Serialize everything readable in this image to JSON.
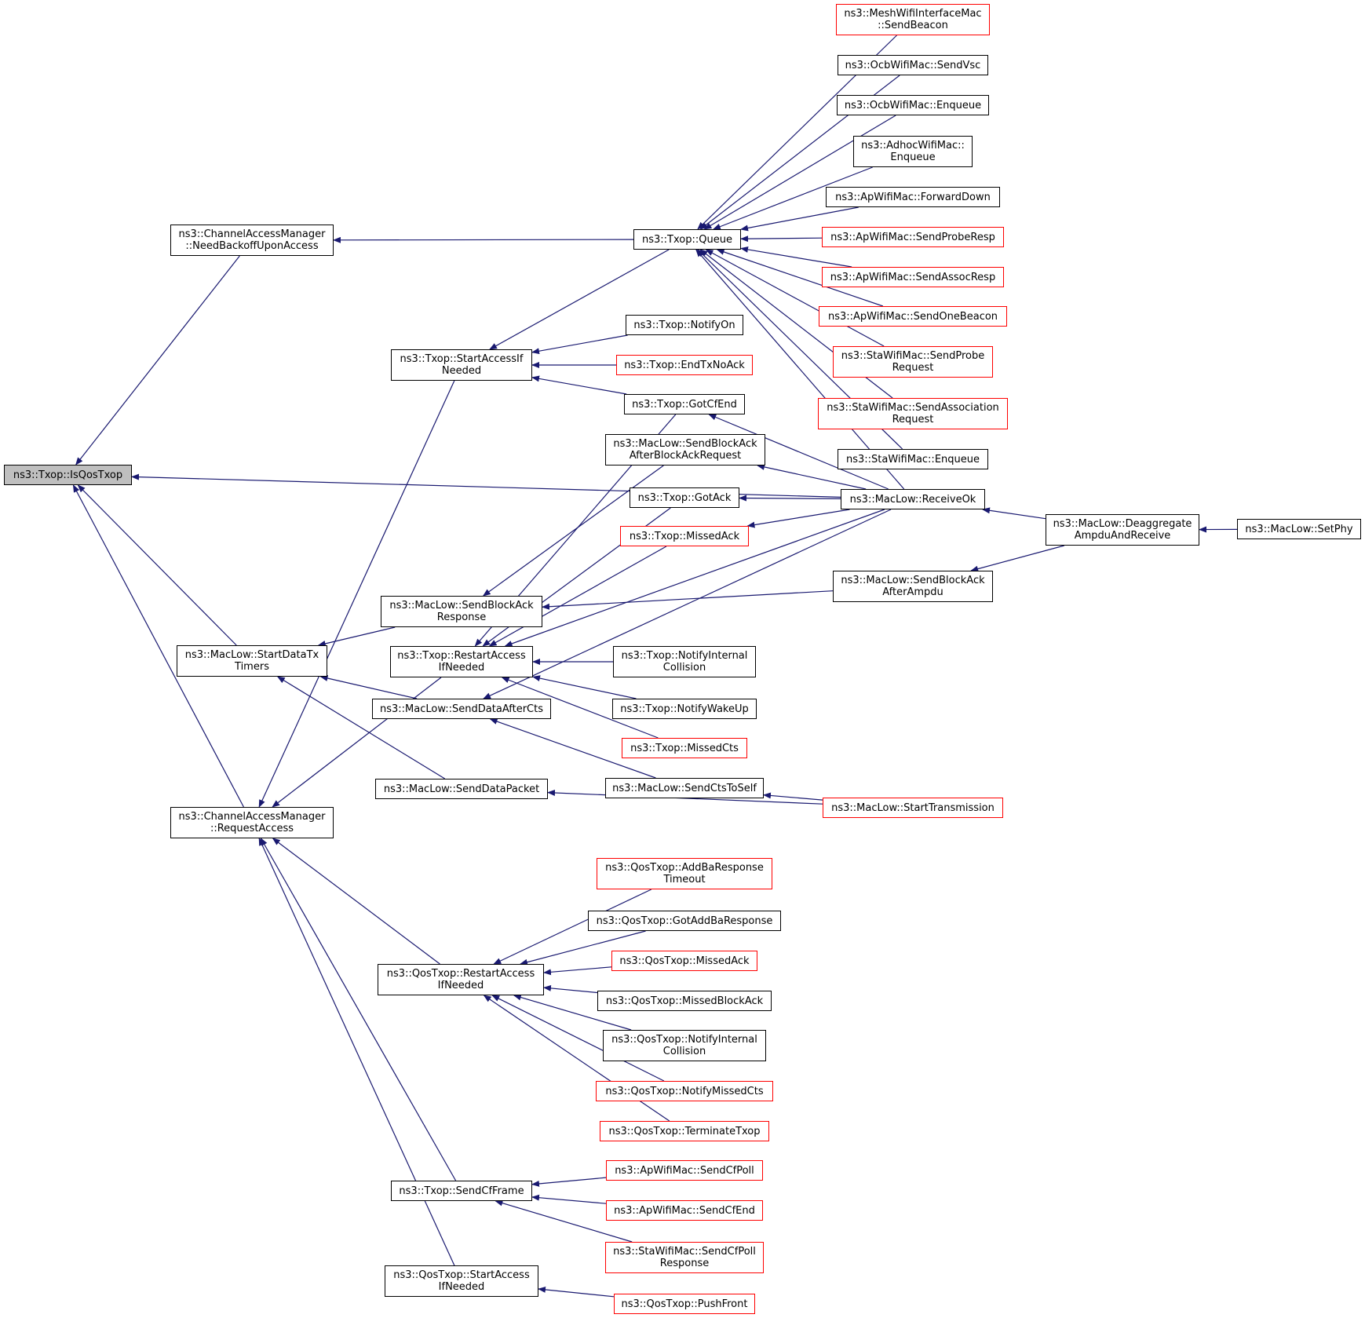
{
  "colors": {
    "edge": "#191970",
    "border": "#000000",
    "border_incomplete": "#ff0000",
    "focus_fill": "#bfbfbf"
  },
  "nodes": {
    "isqostxop": {
      "lines": [
        "ns3::Txop::IsQosTxop"
      ]
    },
    "needbackoff": {
      "lines": [
        "ns3::ChannelAccessManager",
        "::NeedBackoffUponAccess"
      ]
    },
    "startdatatx": {
      "lines": [
        "ns3::MacLow::StartDataTx",
        "Timers"
      ]
    },
    "requestaccess": {
      "lines": [
        "ns3::ChannelAccessManager",
        "::RequestAccess"
      ]
    },
    "queue": {
      "lines": [
        "ns3::Txop::Queue"
      ]
    },
    "startaccessifneeded": {
      "lines": [
        "ns3::Txop::StartAccessIf",
        "Needed"
      ]
    },
    "sendblockackresponse": {
      "lines": [
        "ns3::MacLow::SendBlockAck",
        "Response"
      ]
    },
    "restartaccess": {
      "lines": [
        "ns3::Txop::RestartAccess",
        "IfNeeded"
      ]
    },
    "senddataaftercts": {
      "lines": [
        "ns3::MacLow::SendDataAfterCts"
      ]
    },
    "senddatapacket": {
      "lines": [
        "ns3::MacLow::SendDataPacket"
      ]
    },
    "qosrestartaccess": {
      "lines": [
        "ns3::QosTxop::RestartAccess",
        "IfNeeded"
      ]
    },
    "sendcfframe": {
      "lines": [
        "ns3::Txop::SendCfFrame"
      ]
    },
    "qosstartaccess": {
      "lines": [
        "ns3::QosTxop::StartAccess",
        "IfNeeded"
      ]
    },
    "notifyon": {
      "lines": [
        "ns3::Txop::NotifyOn"
      ]
    },
    "endtxnoack": {
      "lines": [
        "ns3::Txop::EndTxNoAck"
      ]
    },
    "gotcfend": {
      "lines": [
        "ns3::Txop::GotCfEnd"
      ]
    },
    "sendblockackafterbar": {
      "lines": [
        "ns3::MacLow::SendBlockAck",
        "AfterBlockAckRequest"
      ]
    },
    "gotack": {
      "lines": [
        "ns3::Txop::GotAck"
      ]
    },
    "missedack": {
      "lines": [
        "ns3::Txop::MissedAck"
      ]
    },
    "notifyinternalcollision": {
      "lines": [
        "ns3::Txop::NotifyInternal",
        "Collision"
      ]
    },
    "notifywakeup": {
      "lines": [
        "ns3::Txop::NotifyWakeUp"
      ]
    },
    "missedcts": {
      "lines": [
        "ns3::Txop::MissedCts"
      ]
    },
    "sendctstoself": {
      "lines": [
        "ns3::MacLow::SendCtsToSelf"
      ]
    },
    "addbaresponsetimeout": {
      "lines": [
        "ns3::QosTxop::AddBaResponse",
        "Timeout"
      ]
    },
    "gotaddbaresponse": {
      "lines": [
        "ns3::QosTxop::GotAddBaResponse"
      ]
    },
    "qosmissedack": {
      "lines": [
        "ns3::QosTxop::MissedAck"
      ]
    },
    "qosmissedblockack": {
      "lines": [
        "ns3::QosTxop::MissedBlockAck"
      ]
    },
    "qosnotifyinternalcollision": {
      "lines": [
        "ns3::QosTxop::NotifyInternal",
        "Collision"
      ]
    },
    "qosnotifymissedcts": {
      "lines": [
        "ns3::QosTxop::NotifyMissedCts"
      ]
    },
    "qosterminatetxop": {
      "lines": [
        "ns3::QosTxop::TerminateTxop"
      ]
    },
    "apsendcfpoll": {
      "lines": [
        "ns3::ApWifiMac::SendCfPoll"
      ]
    },
    "apsendcfend": {
      "lines": [
        "ns3::ApWifiMac::SendCfEnd"
      ]
    },
    "stasendcfpollresponse": {
      "lines": [
        "ns3::StaWifiMac::SendCfPoll",
        "Response"
      ]
    },
    "qospushfront": {
      "lines": [
        "ns3::QosTxop::PushFront"
      ]
    },
    "meshsendbeacon": {
      "lines": [
        "ns3::MeshWifiInterfaceMac",
        "::SendBeacon"
      ]
    },
    "ocbsendvsc": {
      "lines": [
        "ns3::OcbWifiMac::SendVsc"
      ]
    },
    "ocbenqueue": {
      "lines": [
        "ns3::OcbWifiMac::Enqueue"
      ]
    },
    "adhocenqueue": {
      "lines": [
        "ns3::AdhocWifiMac::",
        "Enqueue"
      ]
    },
    "apforwarddown": {
      "lines": [
        "ns3::ApWifiMac::ForwardDown"
      ]
    },
    "apsendproberesp": {
      "lines": [
        "ns3::ApWifiMac::SendProbeResp"
      ]
    },
    "apsendassocresp": {
      "lines": [
        "ns3::ApWifiMac::SendAssocResp"
      ]
    },
    "apsendonebeacon": {
      "lines": [
        "ns3::ApWifiMac::SendOneBeacon"
      ]
    },
    "stasendproberequest": {
      "lines": [
        "ns3::StaWifiMac::SendProbe",
        "Request"
      ]
    },
    "stasendassocrequest": {
      "lines": [
        "ns3::StaWifiMac::SendAssociation",
        "Request"
      ]
    },
    "staenqueue": {
      "lines": [
        "ns3::StaWifiMac::Enqueue"
      ]
    },
    "receiveok": {
      "lines": [
        "ns3::MacLow::ReceiveOk"
      ]
    },
    "sendblockackafterampdu": {
      "lines": [
        "ns3::MacLow::SendBlockAck",
        "AfterAmpdu"
      ]
    },
    "starttransmission": {
      "lines": [
        "ns3::MacLow::StartTransmission"
      ]
    },
    "deaggregate": {
      "lines": [
        "ns3::MacLow::Deaggregate",
        "AmpduAndReceive"
      ]
    },
    "setphy": {
      "lines": [
        "ns3::MacLow::SetPhy"
      ]
    }
  },
  "edges": [
    [
      "needbackoff",
      "isqostxop"
    ],
    [
      "startdatatx",
      "isqostxop"
    ],
    [
      "requestaccess",
      "isqostxop"
    ],
    [
      "receiveok",
      "isqostxop"
    ],
    [
      "queue",
      "needbackoff"
    ],
    [
      "sendblockackresponse",
      "startdatatx"
    ],
    [
      "senddataaftercts",
      "startdatatx"
    ],
    [
      "senddatapacket",
      "startdatatx"
    ],
    [
      "startaccessifneeded",
      "requestaccess"
    ],
    [
      "restartaccess",
      "requestaccess"
    ],
    [
      "qosrestartaccess",
      "requestaccess"
    ],
    [
      "sendcfframe",
      "requestaccess"
    ],
    [
      "qosstartaccess",
      "requestaccess"
    ],
    [
      "meshsendbeacon",
      "queue"
    ],
    [
      "ocbsendvsc",
      "queue"
    ],
    [
      "ocbenqueue",
      "queue"
    ],
    [
      "adhocenqueue",
      "queue"
    ],
    [
      "apforwarddown",
      "queue"
    ],
    [
      "apsendproberesp",
      "queue"
    ],
    [
      "apsendassocresp",
      "queue"
    ],
    [
      "apsendonebeacon",
      "queue"
    ],
    [
      "stasendproberequest",
      "queue"
    ],
    [
      "stasendassocrequest",
      "queue"
    ],
    [
      "staenqueue",
      "queue"
    ],
    [
      "receiveok",
      "queue"
    ],
    [
      "queue",
      "startaccessifneeded"
    ],
    [
      "notifyon",
      "startaccessifneeded"
    ],
    [
      "endtxnoack",
      "startaccessifneeded"
    ],
    [
      "gotcfend",
      "startaccessifneeded"
    ],
    [
      "sendblockackafterbar",
      "sendblockackresponse"
    ],
    [
      "sendblockackafterampdu",
      "sendblockackresponse"
    ],
    [
      "gotcfend",
      "restartaccess"
    ],
    [
      "gotack",
      "restartaccess"
    ],
    [
      "missedack",
      "restartaccess"
    ],
    [
      "notifyinternalcollision",
      "restartaccess"
    ],
    [
      "notifywakeup",
      "restartaccess"
    ],
    [
      "missedcts",
      "restartaccess"
    ],
    [
      "receiveok",
      "restartaccess"
    ],
    [
      "receiveok",
      "senddataaftercts"
    ],
    [
      "sendctstoself",
      "senddataaftercts"
    ],
    [
      "starttransmission",
      "senddatapacket"
    ],
    [
      "receiveok",
      "gotcfend"
    ],
    [
      "receiveok",
      "sendblockackafterbar"
    ],
    [
      "receiveok",
      "gotack"
    ],
    [
      "receiveok",
      "missedack"
    ],
    [
      "starttransmission",
      "sendctstoself"
    ],
    [
      "addbaresponsetimeout",
      "qosrestartaccess"
    ],
    [
      "gotaddbaresponse",
      "qosrestartaccess"
    ],
    [
      "qosmissedack",
      "qosrestartaccess"
    ],
    [
      "qosmissedblockack",
      "qosrestartaccess"
    ],
    [
      "qosnotifyinternalcollision",
      "qosrestartaccess"
    ],
    [
      "qosnotifymissedcts",
      "qosrestartaccess"
    ],
    [
      "qosterminatetxop",
      "qosrestartaccess"
    ],
    [
      "apsendcfpoll",
      "sendcfframe"
    ],
    [
      "apsendcfend",
      "sendcfframe"
    ],
    [
      "stasendcfpollresponse",
      "sendcfframe"
    ],
    [
      "qospushfront",
      "qosstartaccess"
    ],
    [
      "deaggregate",
      "receiveok"
    ],
    [
      "deaggregate",
      "sendblockackafterampdu"
    ],
    [
      "setphy",
      "deaggregate"
    ]
  ]
}
